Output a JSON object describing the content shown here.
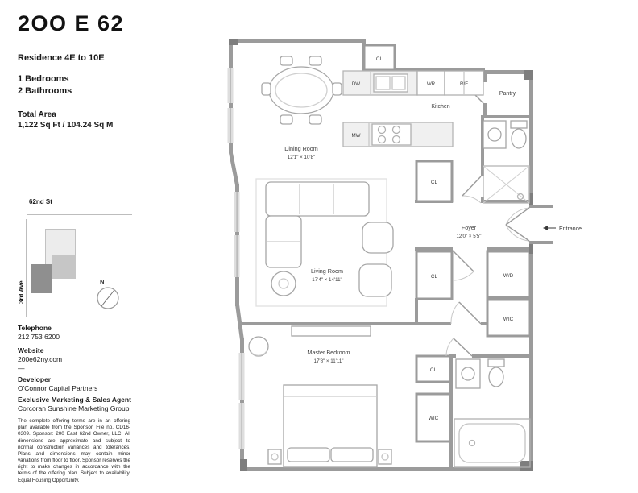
{
  "header": {
    "logo": "2OO E 62"
  },
  "details": {
    "residence": "Residence 4E to 10E",
    "bedrooms": "1 Bedrooms",
    "bathrooms": "2 Bathrooms",
    "total_area_label": "Total Area",
    "total_area_value": "1,122 Sq Ft / 104.24 Sq M"
  },
  "map": {
    "street": "62nd St",
    "avenue": "3rd Ave",
    "compass_n": "N"
  },
  "contact": {
    "telephone_label": "Telephone",
    "telephone": "212 753 6200",
    "website_label": "Website",
    "website": "200e62ny.com",
    "divider": "—",
    "developer_label": "Developer",
    "developer": "O'Connor Capital Partners",
    "agent_label": "Exclusive Marketing & Sales Agent",
    "agent": "Corcoran Sunshine Marketing Group"
  },
  "disclaimer": "The complete offering terms are in an offering plan available from the Sponsor. File no. CD16-0309. Sponsor: 200 East 62nd Owner, LLC. All dimensions are approximate and subject to normal construction variances and tolerances. Plans and dimensions may contain minor variations from floor to floor. Sponsor reserves the right to make changes in accordance with the terms of the offering plan. Subject to availability. Equal Housing Opportunity.",
  "plan": {
    "rooms": {
      "dining": {
        "name": "Dining Room",
        "dims": "12'1\" × 10'8\""
      },
      "living": {
        "name": "Living Room",
        "dims": "17'4\" × 14'11\""
      },
      "master": {
        "name": "Master Bedroom",
        "dims": "17'8\" × 11'11\""
      },
      "foyer": {
        "name": "Foyer",
        "dims": "12'0\" × 5'5\""
      },
      "kitchen": "Kitchen",
      "pantry": "Pantry"
    },
    "labels": {
      "cl": "CL",
      "dw": "DW",
      "mw": "MW",
      "wr": "WR",
      "rf": "R/F",
      "wd": "W/D",
      "wic": "WIC",
      "entrance": "Entrance"
    }
  }
}
